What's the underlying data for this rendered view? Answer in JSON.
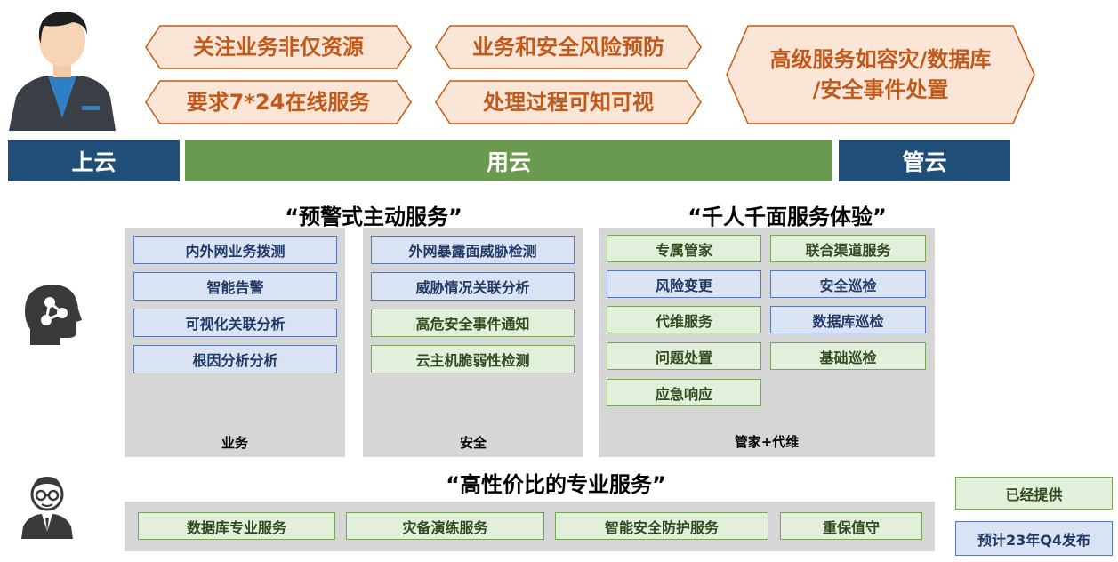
{
  "header_items": [
    {
      "text": "关注业务非仅资源"
    },
    {
      "text": "业务和安全风险预防"
    },
    {
      "text": "要求7*24在线服务"
    },
    {
      "text": "处理过程可知可视"
    },
    {
      "text": "高级服务如容灾/数据库\n/安全事件处置"
    }
  ],
  "stages": {
    "left": "上云",
    "middle": "用云",
    "right": "管云"
  },
  "sections": {
    "warning_title": "“预警式主动服务”",
    "experience_title": "“千人千面服务体验”",
    "professional_title": "“高性价比的专业服务”"
  },
  "panels": {
    "business": {
      "label": "业务",
      "items": [
        "内外网业务拨测",
        "智能告警",
        "可视化关联分析",
        "根因分析分析"
      ]
    },
    "security": {
      "label": "安全",
      "items": [
        "外网暴露面威胁检测",
        "威胁情况关联分析",
        "高危安全事件通知",
        "云主机脆弱性检测"
      ]
    },
    "steward": {
      "label": "管家+代维",
      "left_items": [
        "专属管家",
        "风险变更",
        "代维服务",
        "问题处置",
        "应急响应"
      ],
      "right_items": [
        "联合渠道服务",
        "安全巡检",
        "数据库巡检",
        "基础巡检"
      ]
    },
    "professional": {
      "items": [
        "数据库专业服务",
        "灾备演练服务",
        "智能安全防护服务",
        "重保值守"
      ]
    }
  },
  "legend": {
    "provided": "已经提供",
    "planned": "预计23年Q4发布"
  },
  "colors": {
    "navy": "#1f4e79",
    "green_bar": "#6a9a4f",
    "orange_text": "#c05a1c",
    "hex_fill": "#fbe5d6",
    "box_blue": "#dae3f3",
    "box_green": "#e2efda",
    "panel_gray": "#d6d6d6"
  },
  "icons": [
    "businessman-icon",
    "ai-brain-head-icon",
    "engineer-with-glasses-icon"
  ]
}
